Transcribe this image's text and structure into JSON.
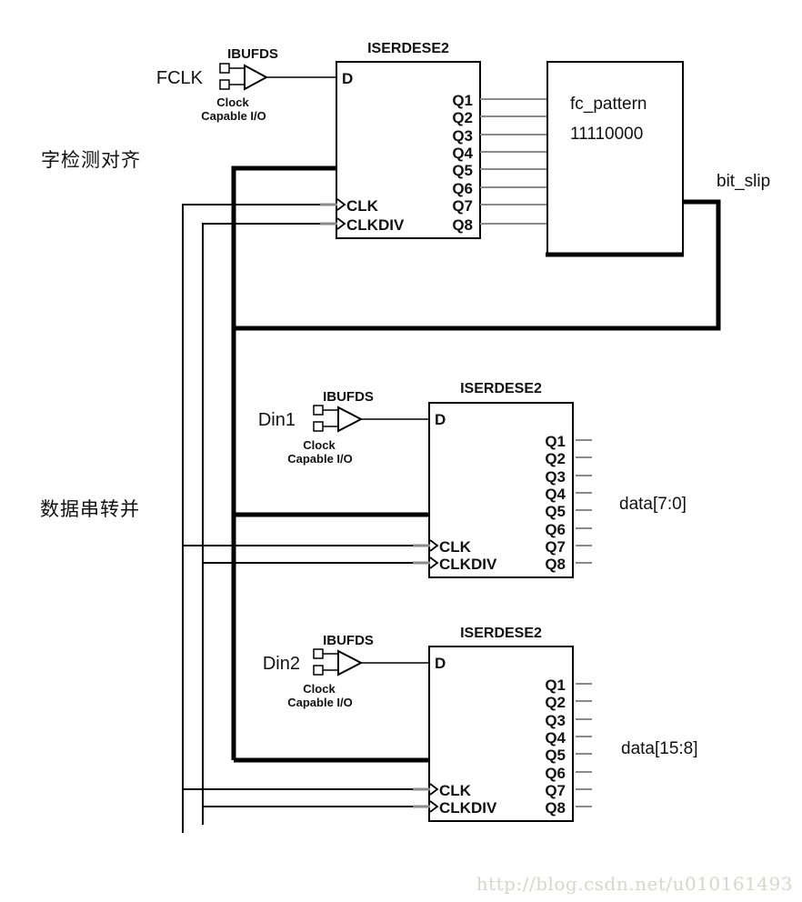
{
  "colors": {
    "line": "#000000",
    "stub": "#8a8a8a",
    "text": "#111111",
    "watermark": "#d6d6ce"
  },
  "sections": {
    "top": "字检测对齐",
    "bottom": "数据串转并"
  },
  "ibufds": {
    "label": "IBUFDS",
    "caption1": "Clock",
    "caption2": "Capable I/O"
  },
  "iserdes": {
    "title": "ISERDESE2",
    "d": "D",
    "clk": "CLK",
    "clkdiv": "CLKDIV",
    "q": [
      "Q1",
      "Q2",
      "Q3",
      "Q4",
      "Q5",
      "Q6",
      "Q7",
      "Q8"
    ]
  },
  "fc_pattern": {
    "title": "fc_pattern",
    "pattern": "11110000"
  },
  "signals": {
    "fclk": "FCLK",
    "din1": "Din1",
    "din2": "Din2",
    "bit_slip": "bit_slip",
    "data_bus_low": "data[7:0]",
    "data_bus_high": "data[15:8]"
  },
  "watermark": "http://blog.csdn.net/u010161493"
}
